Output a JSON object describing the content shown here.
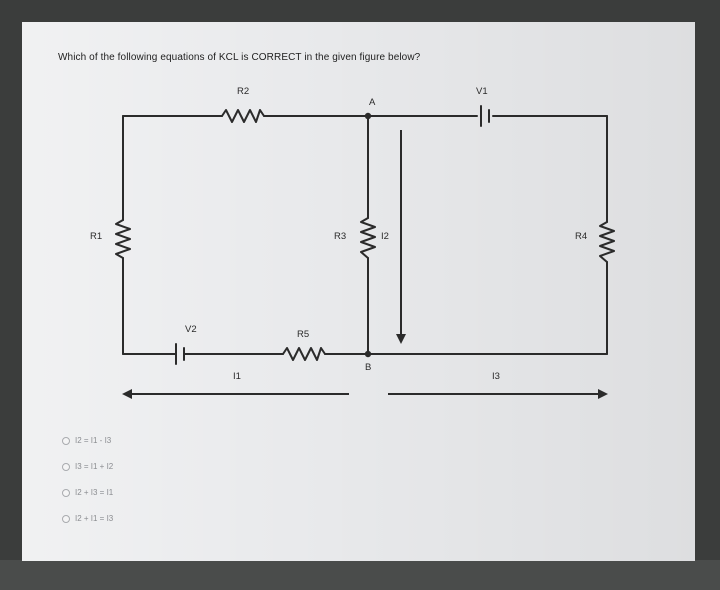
{
  "question": "Which of the following equations of KCL is CORRECT in the given figure below?",
  "labels": {
    "R1": "R1",
    "R2": "R2",
    "R3": "R3",
    "R4": "R4",
    "R5": "R5",
    "V1": "V1",
    "V2": "V2",
    "A": "A",
    "B": "B",
    "I1": "I1",
    "I2": "I2",
    "I3": "I3"
  },
  "options": [
    {
      "text": "I2 = I1 - I3"
    },
    {
      "text": "I3 = I1 + I2"
    },
    {
      "text": "I2 + I3 = I1"
    },
    {
      "text": "I2 + I1 = I3"
    }
  ],
  "colors": {
    "wire": "#2b2b2b",
    "paper": "#e9eaec",
    "background": "#3b3d3c"
  }
}
